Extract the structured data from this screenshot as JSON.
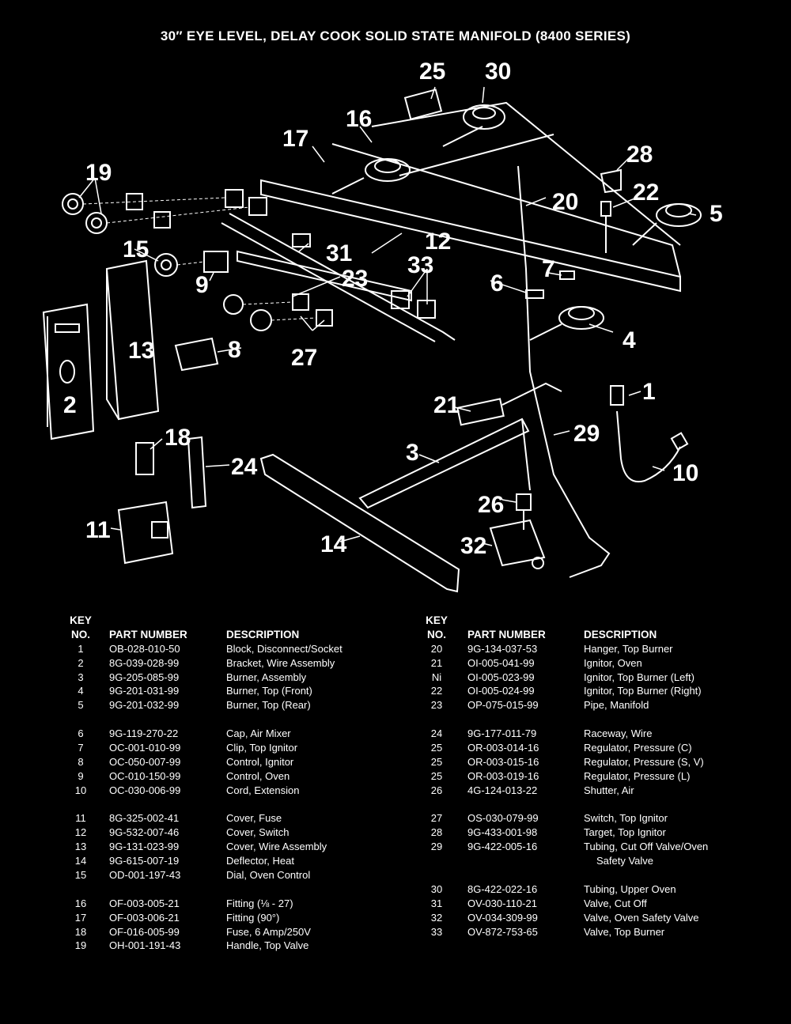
{
  "title": "30″ EYE LEVEL, DELAY COOK SOLID STATE MANIFOLD (8400 SERIES)",
  "callouts": [
    "25",
    "30",
    "16",
    "17",
    "28",
    "19",
    "22",
    "5",
    "20",
    "12",
    "33",
    "15",
    "31",
    "9",
    "6",
    "7",
    "23",
    "13",
    "8",
    "4",
    "27",
    "2",
    "1",
    "21",
    "29",
    "10",
    "18",
    "24",
    "3",
    "26",
    "11",
    "14",
    "32"
  ],
  "table_headers": {
    "key": "KEY",
    "no": "NO.",
    "part_number": "PART NUMBER",
    "description": "DESCRIPTION"
  },
  "parts_left": [
    {
      "key": "1",
      "part": "OB-028-010-50",
      "desc": "Block, Disconnect/Socket"
    },
    {
      "key": "2",
      "part": "8G-039-028-99",
      "desc": "Bracket, Wire Assembly"
    },
    {
      "key": "3",
      "part": "9G-205-085-99",
      "desc": "Burner, Assembly"
    },
    {
      "key": "4",
      "part": "9G-201-031-99",
      "desc": "Burner, Top (Front)"
    },
    {
      "key": "5",
      "part": "9G-201-032-99",
      "desc": "Burner, Top (Rear)"
    },
    {
      "key": "6",
      "part": "9G-119-270-22",
      "desc": "Cap, Air Mixer"
    },
    {
      "key": "7",
      "part": "OC-001-010-99",
      "desc": "Clip, Top Ignitor"
    },
    {
      "key": "8",
      "part": "OC-050-007-99",
      "desc": "Control, Ignitor"
    },
    {
      "key": "9",
      "part": "OC-010-150-99",
      "desc": "Control, Oven"
    },
    {
      "key": "10",
      "part": "OC-030-006-99",
      "desc": "Cord, Extension"
    },
    {
      "key": "11",
      "part": "8G-325-002-41",
      "desc": "Cover, Fuse"
    },
    {
      "key": "12",
      "part": "9G-532-007-46",
      "desc": "Cover, Switch"
    },
    {
      "key": "13",
      "part": "9G-131-023-99",
      "desc": "Cover, Wire Assembly"
    },
    {
      "key": "14",
      "part": "9G-615-007-19",
      "desc": "Deflector, Heat"
    },
    {
      "key": "15",
      "part": "OD-001-197-43",
      "desc": "Dial, Oven Control"
    },
    {
      "key": "16",
      "part": "OF-003-005-21",
      "desc": "Fitting (⅛ - 27)"
    },
    {
      "key": "17",
      "part": "OF-003-006-21",
      "desc": "Fitting (90°)"
    },
    {
      "key": "18",
      "part": "OF-016-005-99",
      "desc": "Fuse, 6 Amp/250V"
    },
    {
      "key": "19",
      "part": "OH-001-191-43",
      "desc": "Handle, Top Valve"
    }
  ],
  "parts_right": [
    {
      "key": "20",
      "part": "9G-134-037-53",
      "desc": "Hanger, Top Burner"
    },
    {
      "key": "21",
      "part": "OI-005-041-99",
      "desc": "Ignitor, Oven"
    },
    {
      "key": "Ni",
      "part": "OI-005-023-99",
      "desc": "Ignitor, Top Burner (Left)"
    },
    {
      "key": "22",
      "part": "OI-005-024-99",
      "desc": "Ignitor, Top Burner (Right)"
    },
    {
      "key": "23",
      "part": "OP-075-015-99",
      "desc": "Pipe, Manifold"
    },
    {
      "key": "24",
      "part": "9G-177-011-79",
      "desc": "Raceway, Wire"
    },
    {
      "key": "25",
      "part": "OR-003-014-16",
      "desc": "Regulator, Pressure (C)"
    },
    {
      "key": "25",
      "part": "OR-003-015-16",
      "desc": "Regulator, Pressure (S, V)"
    },
    {
      "key": "25",
      "part": "OR-003-019-16",
      "desc": "Regulator, Pressure (L)"
    },
    {
      "key": "26",
      "part": "4G-124-013-22",
      "desc": "Shutter, Air"
    },
    {
      "key": "27",
      "part": "OS-030-079-99",
      "desc": "Switch, Top Ignitor"
    },
    {
      "key": "28",
      "part": "9G-433-001-98",
      "desc": "Target, Top Ignitor"
    },
    {
      "key": "29",
      "part": "9G-422-005-16",
      "desc": "Tubing, Cut Off Valve/Oven",
      "desc2": "Safety Valve"
    },
    {
      "key": "30",
      "part": "8G-422-022-16",
      "desc": "Tubing, Upper Oven"
    },
    {
      "key": "31",
      "part": "OV-030-110-21",
      "desc": "Valve, Cut Off"
    },
    {
      "key": "32",
      "part": "OV-034-309-99",
      "desc": "Valve, Oven Safety Valve"
    },
    {
      "key": "33",
      "part": "OV-872-753-65",
      "desc": "Valve, Top Burner"
    }
  ]
}
